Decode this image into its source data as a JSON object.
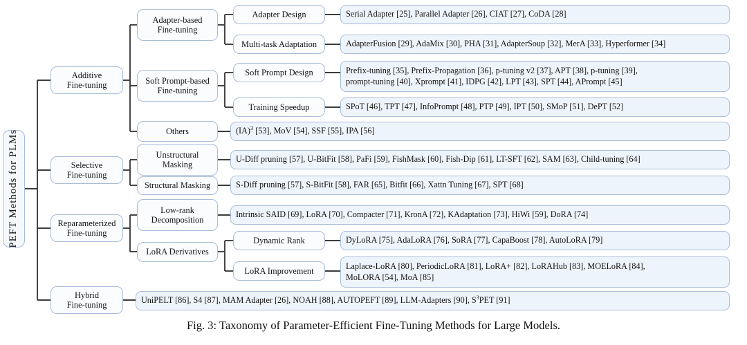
{
  "figure": {
    "caption": "Fig. 3: Taxonomy of Parameter-Efficient Fine-Tuning Methods for Large Models.",
    "colors": {
      "node_fill": "#fafcfe",
      "leaf_fill": "#eef4fb",
      "root_fill": "#f5f8fd",
      "border": "#a9bcd8",
      "edge": "#3c3c3c",
      "text": "#141414",
      "background": "#ffffff"
    }
  },
  "root": {
    "label": "PEFT Methods for PLMs"
  },
  "categories": [
    {
      "id": "additive",
      "label": "Additive\nFine-tuning"
    },
    {
      "id": "selective",
      "label": "Selective\nFine-tuning"
    },
    {
      "id": "reparameterized",
      "label": "Reparameterized\nFine-tuning"
    },
    {
      "id": "hybrid",
      "label": "Hybrid\nFine-tuning"
    }
  ],
  "nodes": {
    "adapter_based": {
      "label": "Adapter-based\nFine-tuning"
    },
    "soft_prompt": {
      "label": "Soft Prompt-based\nFine-tuning"
    },
    "others": {
      "label": "Others"
    },
    "unstructural": {
      "label": "Unstructural\nMasking"
    },
    "structural": {
      "label": "Structural Masking"
    },
    "lowrank": {
      "label": "Low-rank\nDecomposition"
    },
    "lora_derivative": {
      "label": "LoRA Derivatives"
    },
    "adapter_design": {
      "label": "Adapter Design"
    },
    "multitask": {
      "label": "Multi-task Adaptation"
    },
    "soft_prompt_design": {
      "label": "Soft Prompt Design"
    },
    "training_speedup": {
      "label": "Training Speedup"
    },
    "dynamic_rank": {
      "label": "Dynamic Rank"
    },
    "lora_improvement": {
      "label": "LoRA Improvement"
    }
  },
  "leaves": {
    "adapter_design_methods": {
      "lines": [
        "Serial Adapter  [25], Parallel Adapter [26], CIAT [27], CoDA [28]"
      ]
    },
    "multitask_methods": {
      "lines": [
        "AdapterFusion [29], AdaMix [30], PHA [31], AdapterSoup [32], MerA [33], Hyperformer [34]"
      ]
    },
    "soft_prompt_design_methods": {
      "lines": [
        "Prefix-tuning [35], Prefix-Propagation [36], p-tuning v2 [37], APT [38], p-tuning [39],",
        "prompt-tuning [40], Xprompt [41], IDPG [42], LPT [43], SPT [44], APrompt [45]"
      ]
    },
    "training_speedup_methods": {
      "lines": [
        "SPoT [46], TPT [47], InfoPrompt [48], PTP [49], IPT [50], SMoP [51], DePT [52]"
      ]
    },
    "others_methods": {
      "html": "(IA)<sup>3</sup> [53], MoV [54], SSF [55], IPA [56]"
    },
    "unstructural_methods": {
      "lines": [
        "U-Diff pruning [57], U-BitFit [58], PaFi [59], FishMask [60], Fish-Dip [61], LT-SFT [62], SAM [63], Child-tuning [64]"
      ]
    },
    "structural_methods": {
      "lines": [
        "S-Diff pruning [57], S-BitFit [58], FAR [65], Bitfit [66], Xattn Tuning [67], SPT [68]"
      ]
    },
    "lowrank_methods": {
      "lines": [
        "Intrinsic SAID [69], LoRA [70], Compacter [71], KronA [72], KAdaptation [73], HiWi [59], DoRA [74]"
      ]
    },
    "dynamic_rank_methods": {
      "lines": [
        "DyLoRA [75], AdaLoRA [76], SoRA [77], CapaBoost [78], AutoLoRA [79]"
      ]
    },
    "lora_improvement_methods": {
      "lines": [
        "Laplace-LoRA [80], PeriodicLoRA [81], LoRA+ [82],  LoRAHub [83], MOELoRA [84],",
        "MoLORA [54], MoA [85]"
      ]
    },
    "hybrid_methods": {
      "html": "UniPELT [86], S4 [87], MAM Adapter [26], NOAH [88], AUTOPEFT [89], LLM-Adapters [90], S<sup>3</sup>PET [91]"
    }
  }
}
